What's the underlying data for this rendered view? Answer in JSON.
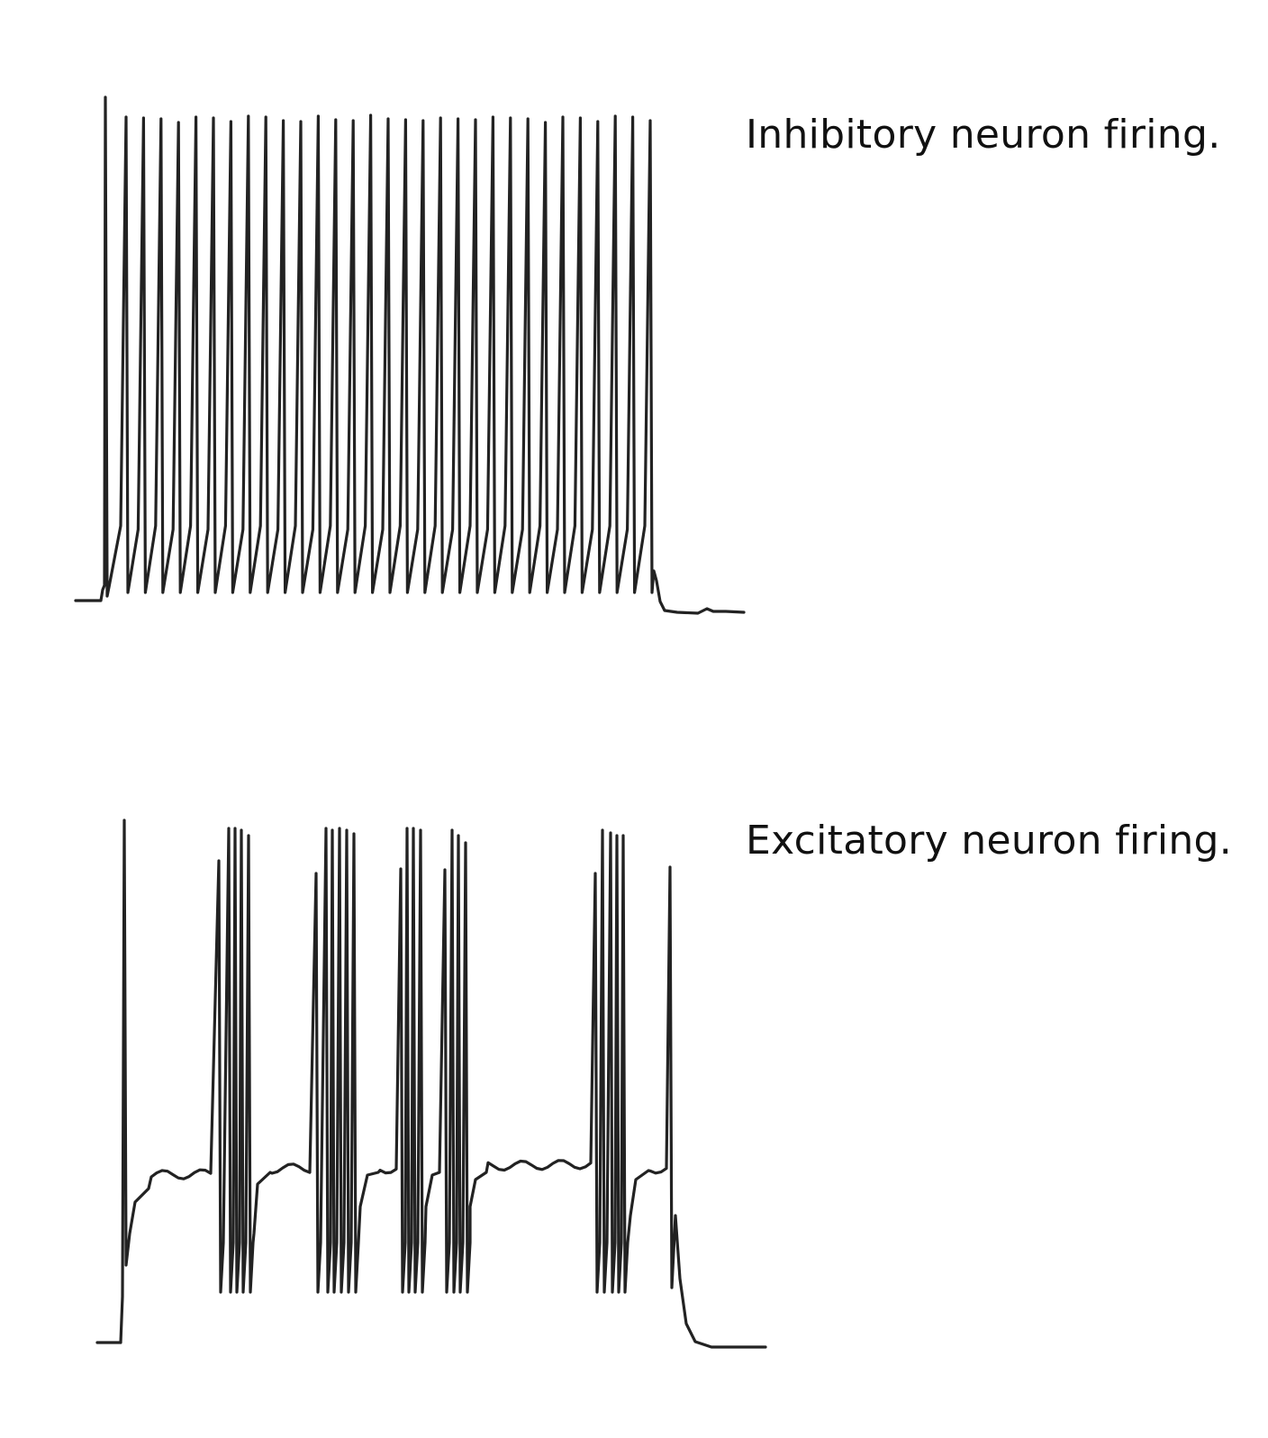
{
  "panels": [
    {
      "id": "inhibitory",
      "caption": "Inhibitory neuron firing.",
      "pattern": "regular tonic spiking",
      "trace_color": "#222222"
    },
    {
      "id": "excitatory",
      "caption": "Excitatory neuron firing.",
      "pattern": "burst firing",
      "trace_color": "#222222"
    }
  ]
}
